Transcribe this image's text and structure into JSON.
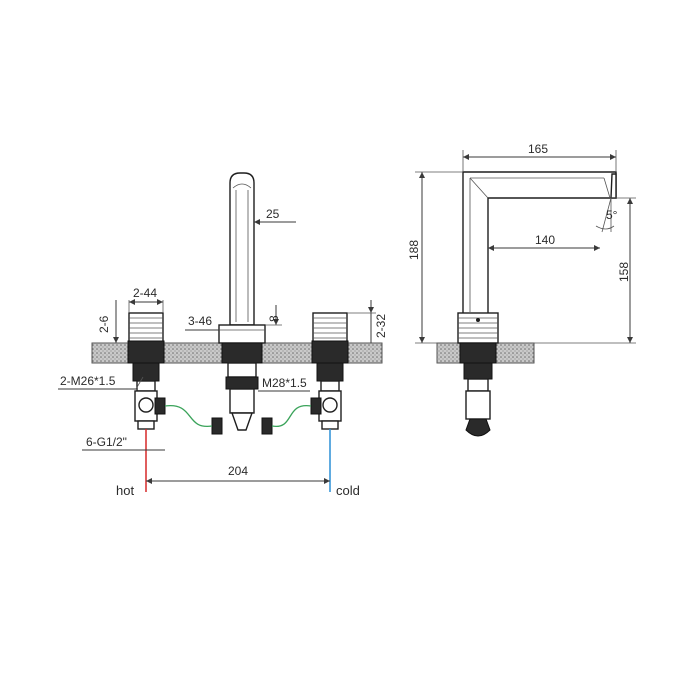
{
  "front_view": {
    "spout_width": "25",
    "handle_dims": "2-44",
    "handle_offset": "2-6",
    "base_dims": "3-46",
    "base_height": "8",
    "handle_height": "2-32",
    "handle_thread": "2-M26*1.5",
    "spout_thread": "M28*1.5",
    "inlet_thread": "6-G1/2\"",
    "center_spacing": "204",
    "hot_label": "hot",
    "cold_label": "cold"
  },
  "side_view": {
    "reach": "165",
    "height": "188",
    "inner_reach": "140",
    "outlet_height": "158",
    "angle": "5°"
  },
  "colors": {
    "hot": "#d62828",
    "cold": "#2a8fd6",
    "hose": "#3aa35a",
    "deck": "#9a9a9a"
  }
}
